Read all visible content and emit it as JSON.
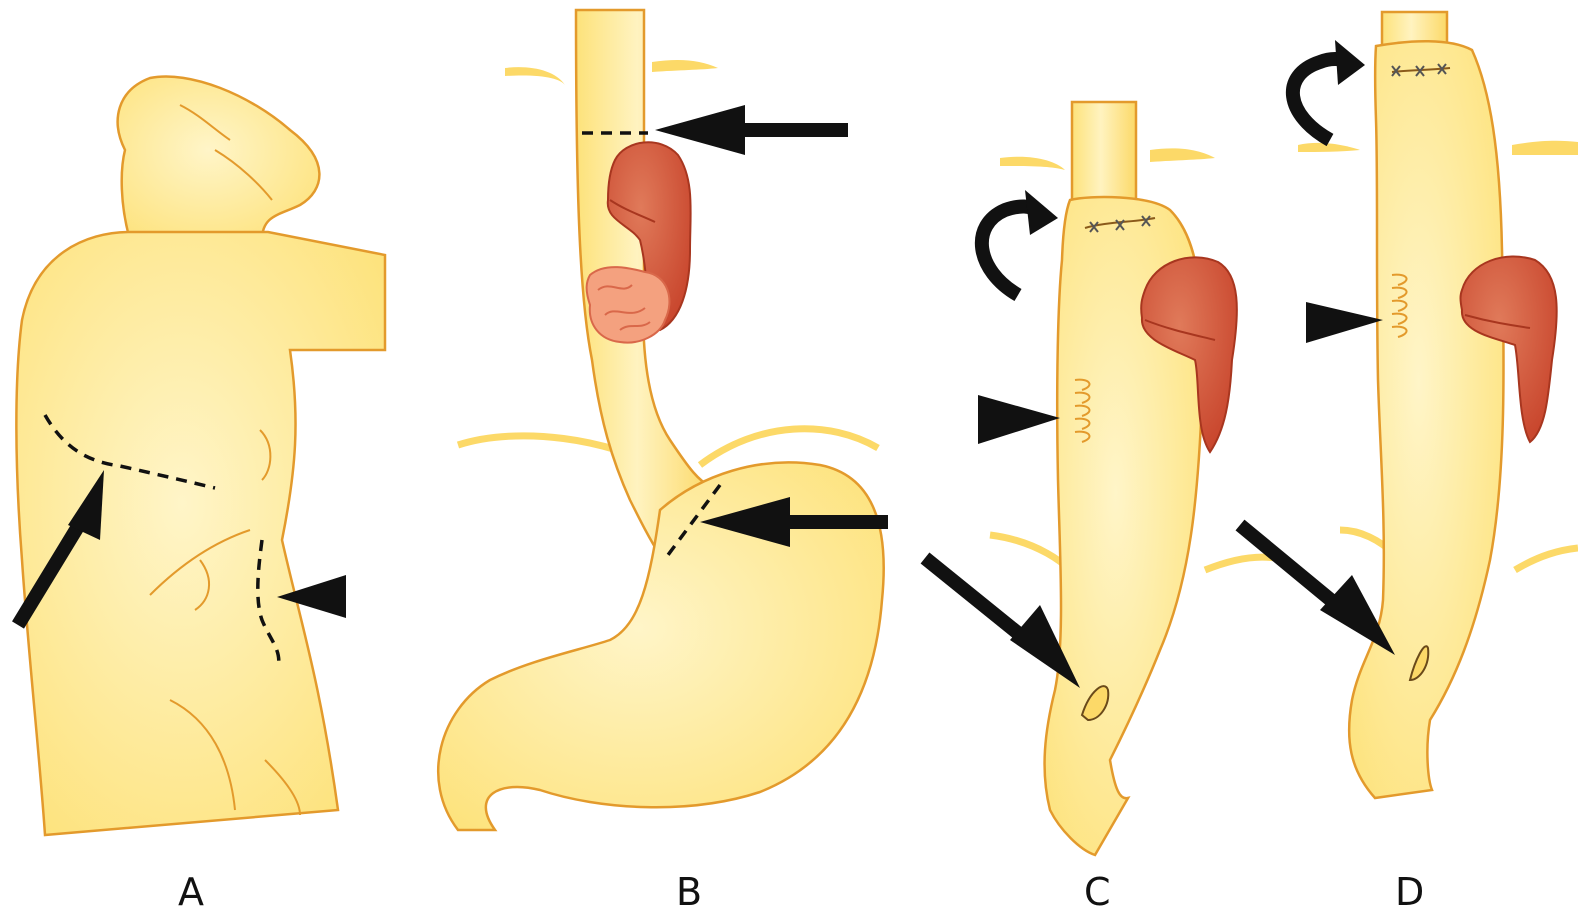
{
  "colors": {
    "organ_fill": "#fde27a",
    "organ_highlight": "#fff5c8",
    "organ_outline": "#e39a2c",
    "tumor": "#c9472e",
    "tumor_dark": "#a8361f",
    "ulcer": "#f4a17f",
    "arrow": "#111111",
    "background": "#ffffff"
  },
  "panels": {
    "a": {
      "label": "A"
    },
    "b": {
      "label": "B"
    },
    "c": {
      "label": "C"
    },
    "d": {
      "label": "D"
    }
  },
  "icons": [
    "straight-arrow",
    "arrowhead-triangle",
    "curved-arrow",
    "dashed-incision-line",
    "suture-marks"
  ]
}
